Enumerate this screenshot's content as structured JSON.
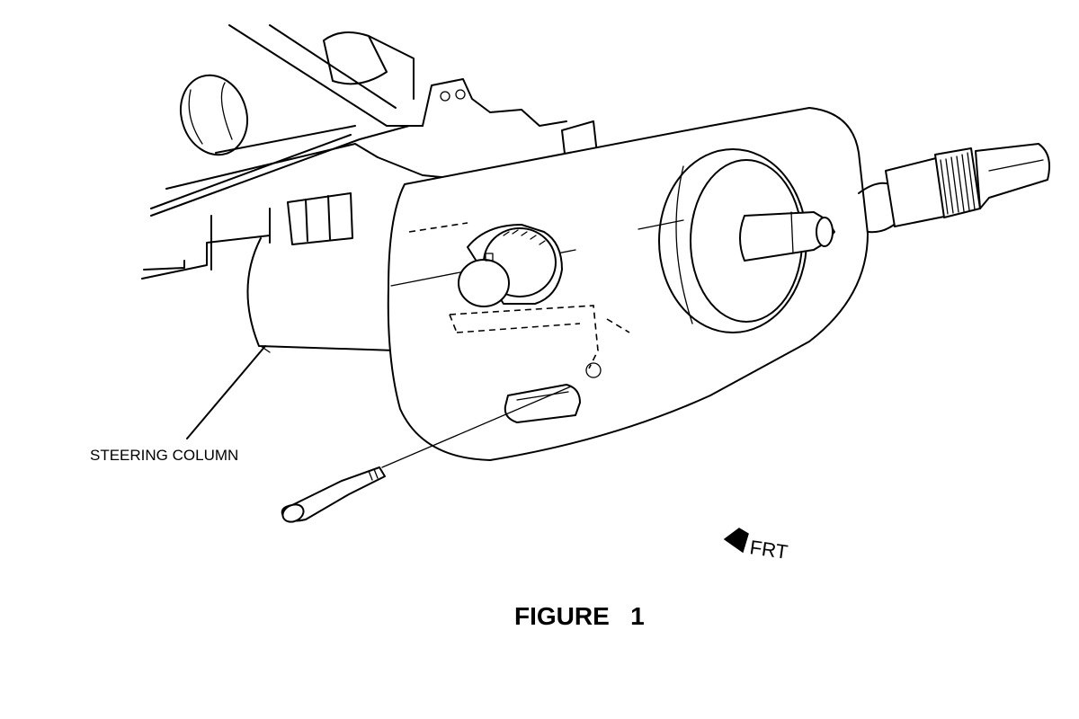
{
  "labels": {
    "component": "STEERING COLUMN",
    "direction": "FRT",
    "caption": "FIGURE   1"
  },
  "icons": {
    "direction_arrow": "left-arrow-icon"
  }
}
